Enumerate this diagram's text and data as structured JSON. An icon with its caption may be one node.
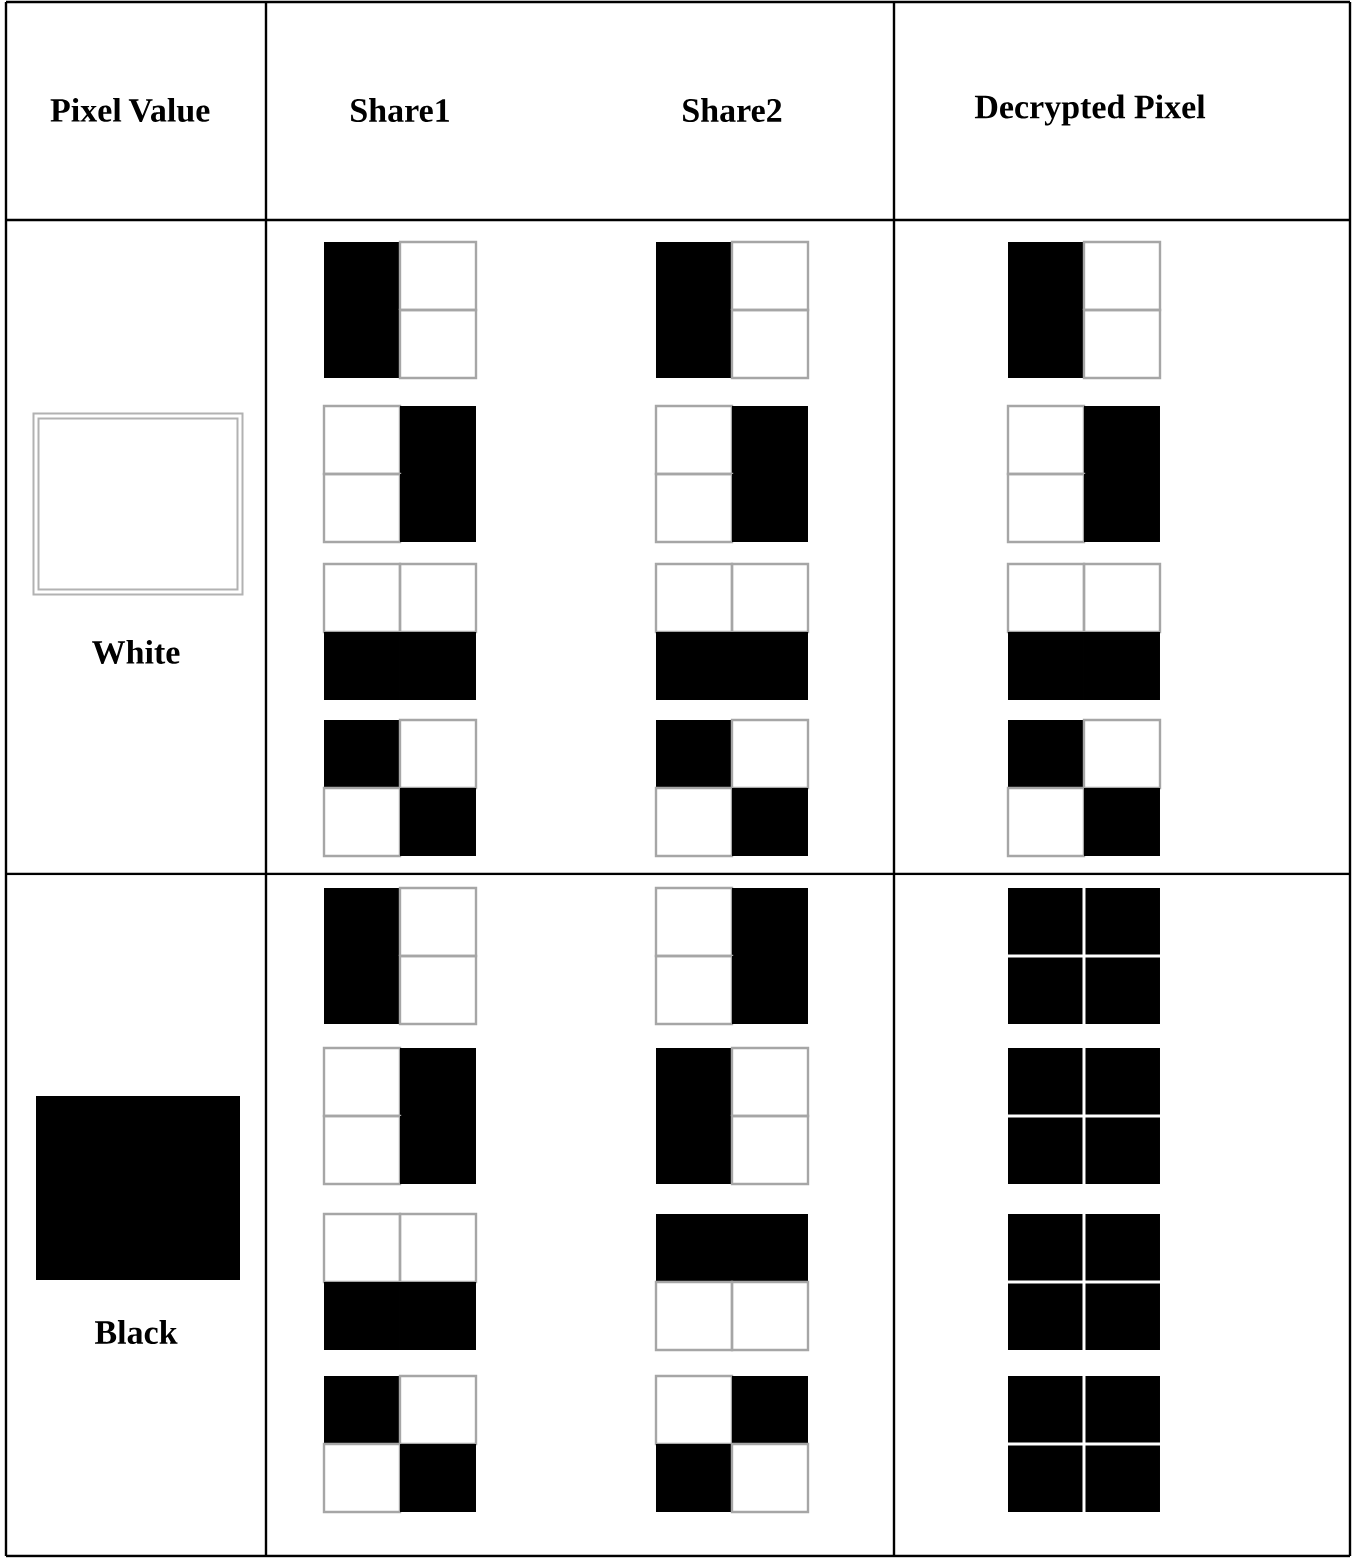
{
  "diagram": {
    "labels": [
      "Pixel Value",
      "Share1",
      "Share2",
      "Decrypted Pixel",
      "White",
      "Black"
    ]
  }
}
